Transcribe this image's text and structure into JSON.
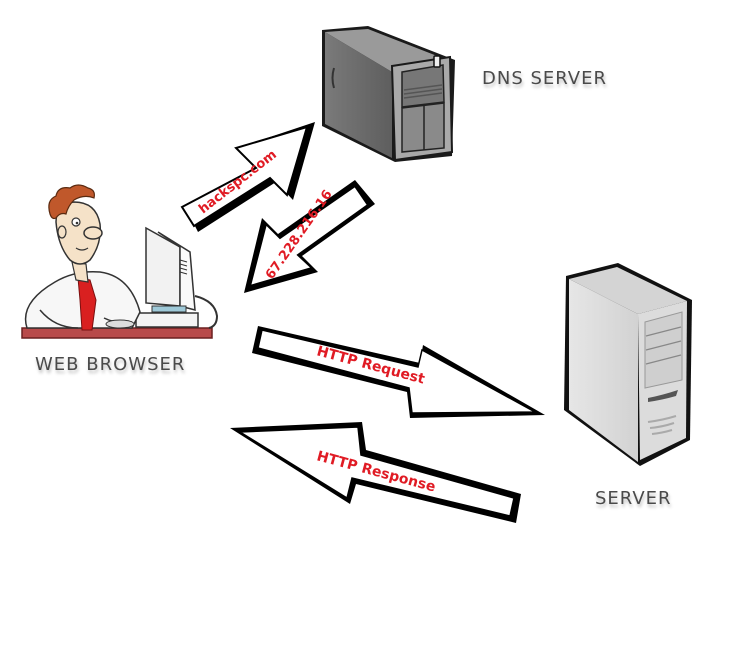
{
  "nodes": {
    "dns_server": {
      "label": "DNS SERVER"
    },
    "web_browser": {
      "label": "WEB BROWSER"
    },
    "server": {
      "label": "SERVER"
    }
  },
  "arrows": {
    "dns_query": {
      "label": "hackspc.com",
      "from": "web_browser",
      "to": "dns_server"
    },
    "dns_reply": {
      "label": "67.228.216.16",
      "from": "dns_server",
      "to": "web_browser"
    },
    "http_request": {
      "label": "HTTP Request",
      "from": "web_browser",
      "to": "server"
    },
    "http_response": {
      "label": "HTTP Response",
      "from": "server",
      "to": "web_browser"
    }
  },
  "colors": {
    "arrow_text": "#e01b24",
    "arrow_outline": "#000000",
    "label_text": "#4a4a4a"
  }
}
